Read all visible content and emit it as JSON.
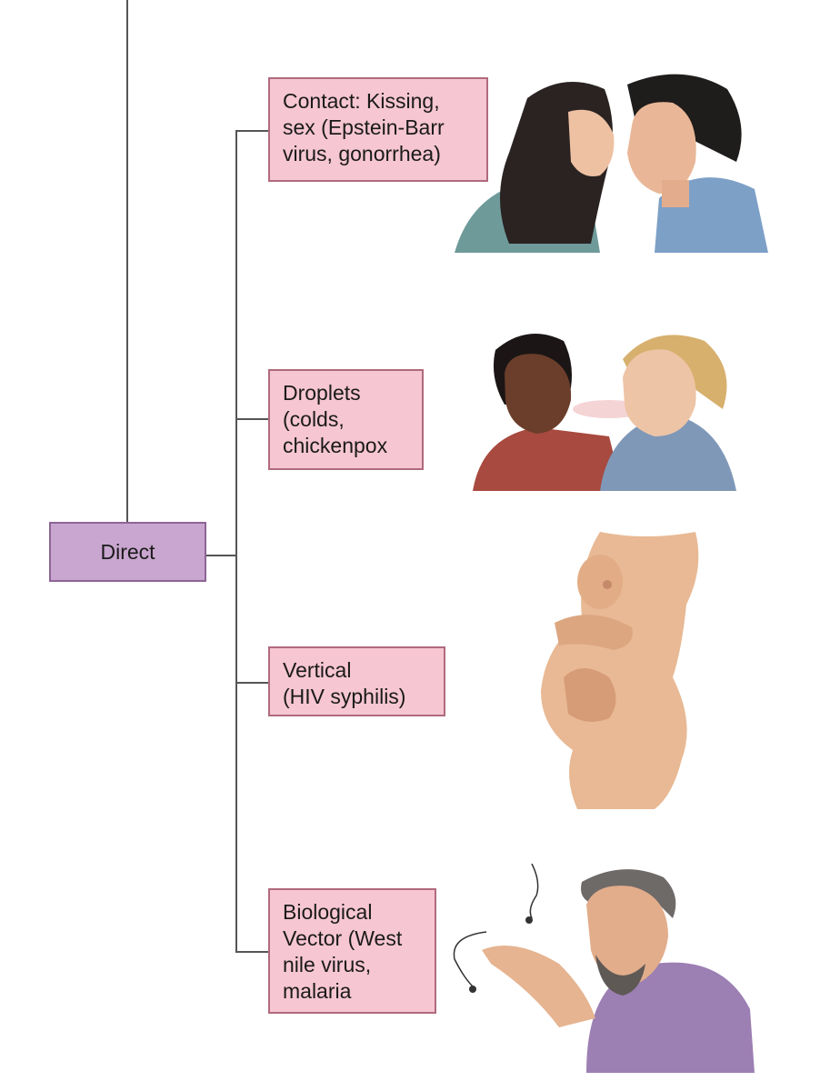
{
  "root": {
    "label": "Direct"
  },
  "branches": [
    {
      "id": "contact",
      "label": "Contact: Kissing,\nsex (Epstein-Barr\nvirus, gonorrhea)",
      "illustration": "kissing-couple-illustration"
    },
    {
      "id": "droplets",
      "label": "Droplets\n(colds,\nchickenpox",
      "illustration": "talking-people-illustration"
    },
    {
      "id": "vertical",
      "label": "Vertical\n(HIV syphilis)",
      "illustration": "pregnant-woman-illustration"
    },
    {
      "id": "vector",
      "label": "Biological\nVector (West\nnile virus,\nmalaria",
      "illustration": "man-swatting-mosquitoes-illustration"
    }
  ],
  "colors": {
    "branch_fill": "#f6c6d2",
    "branch_border": "#b06a7e",
    "root_fill": "#c9a6cf",
    "line": "#555555"
  }
}
